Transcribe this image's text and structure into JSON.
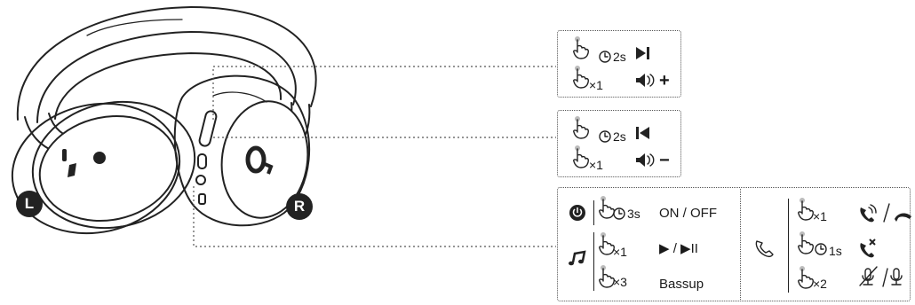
{
  "side_badges": {
    "left": "L",
    "right": "R"
  },
  "volume_up_box": {
    "rows": [
      {
        "gesture": "hold",
        "time": "2s",
        "action_icon": "next-track-icon"
      },
      {
        "gesture": "tap",
        "count": "×1",
        "action_icon": "volume-up-icon",
        "action_symbol": "+"
      }
    ]
  },
  "volume_down_box": {
    "rows": [
      {
        "gesture": "hold",
        "time": "2s",
        "action_icon": "previous-track-icon"
      },
      {
        "gesture": "tap",
        "count": "×1",
        "action_icon": "volume-down-icon",
        "action_symbol": "−"
      }
    ]
  },
  "button_box": {
    "power": {
      "icon": "power-icon",
      "time": "3s",
      "action": "ON / OFF"
    },
    "music": {
      "icon": "music-note-icon",
      "rows": [
        {
          "count": "×1",
          "action": "▶ / ▶II"
        },
        {
          "count": "×3",
          "action": "Bassup"
        }
      ]
    },
    "call": {
      "icon": "phone-icon",
      "rows": [
        {
          "count": "×1",
          "action_icon": "answer-hangup-icon"
        },
        {
          "time": "1s",
          "action_icon": "reject-call-icon"
        },
        {
          "count": "×2",
          "action_icon": "mute-unmute-icon"
        }
      ]
    }
  }
}
